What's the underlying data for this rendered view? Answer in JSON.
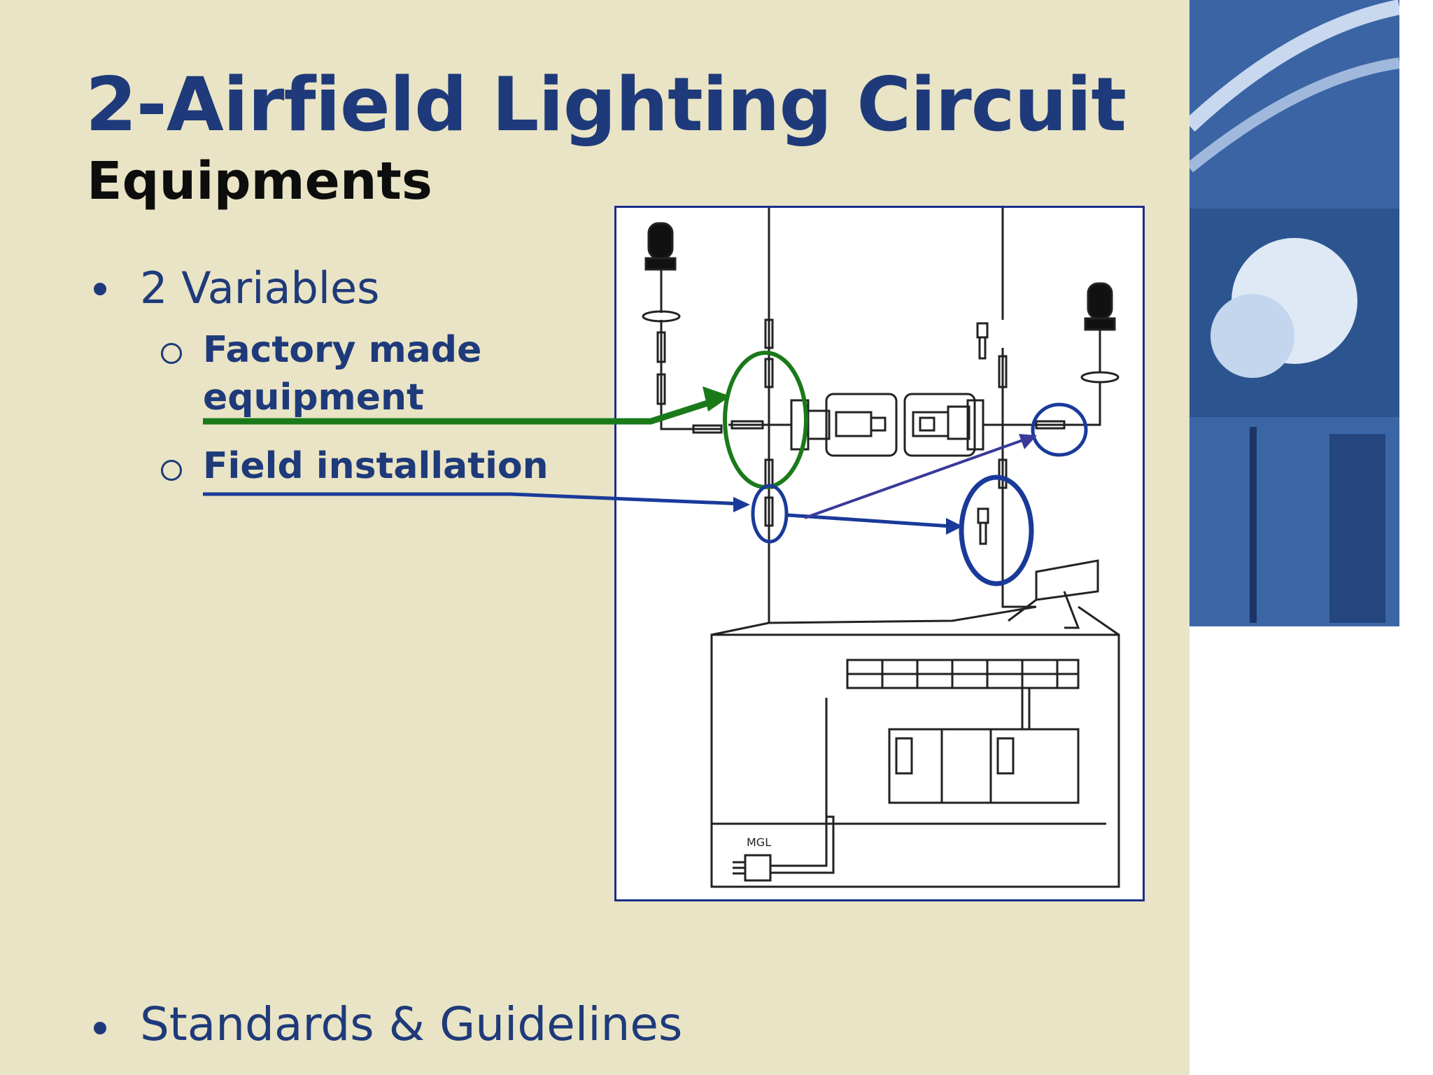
{
  "slide": {
    "title": "2-Airfield Lighting Circuit",
    "subtitle": "Equipments",
    "bullets": [
      {
        "text": "2 Variables",
        "sub_items": [
          {
            "lines": [
              "Factory made",
              "equipment"
            ]
          },
          {
            "lines": [
              "Field installation"
            ]
          }
        ]
      },
      {
        "text": "Standards & Guidelines"
      }
    ]
  },
  "diagram": {
    "labels": {
      "mgl": "MGL"
    }
  },
  "colors": {
    "background": "#e9e4c5",
    "title": "#1e3a7a",
    "factory_arrow": "#1a7a1a",
    "field_arrow": "#1a3a9a",
    "frame": "#1a2e8a"
  },
  "icons": [
    "airfield-light-fixture-icon",
    "transformer-icon",
    "regulator-cabinet-icon"
  ]
}
